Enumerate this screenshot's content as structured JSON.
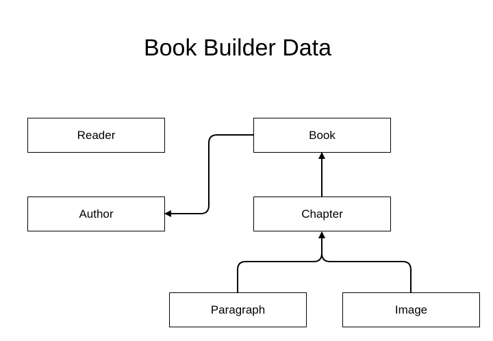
{
  "title": "Book Builder Data",
  "nodes": {
    "reader": "Reader",
    "author": "Author",
    "book": "Book",
    "chapter": "Chapter",
    "paragraph": "Paragraph",
    "image": "Image"
  },
  "edges": [
    {
      "from": "book",
      "to": "author"
    },
    {
      "from": "chapter",
      "to": "book"
    },
    {
      "from": "paragraph",
      "to": "chapter"
    },
    {
      "from": "image",
      "to": "chapter"
    }
  ],
  "colors": {
    "stroke": "#000000",
    "background": "#ffffff"
  }
}
